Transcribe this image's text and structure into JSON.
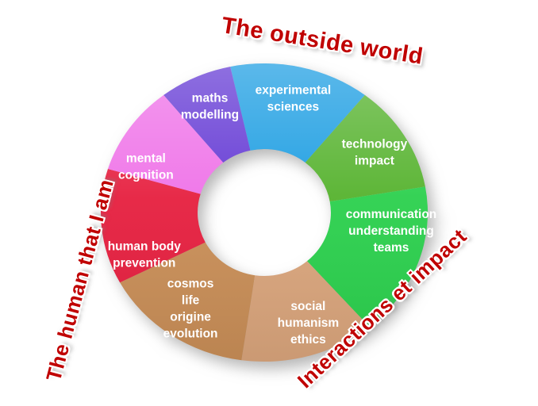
{
  "titles": {
    "top": "The outside world",
    "left": "The human that I am",
    "right": "Interactions et impact",
    "color": "#C00000"
  },
  "chart_data": {
    "type": "pie",
    "variant": "donut-wheel",
    "title": "",
    "legend": false,
    "segments": [
      {
        "id": "experimental-sciences",
        "label_lines": [
          "experimental",
          "sciences"
        ],
        "color": "#1B9DE2",
        "start_deg": -12,
        "end_deg": 38
      },
      {
        "id": "technology-impact",
        "label_lines": [
          "technology",
          "impact"
        ],
        "color": "#55B22D",
        "start_deg": 38,
        "end_deg": 80
      },
      {
        "id": "communication-understanding-teams",
        "label_lines": [
          "communication",
          "understanding",
          "teams"
        ],
        "color": "#2BD04D",
        "start_deg": 80,
        "end_deg": 140,
        "label_angle_deg": 99
      },
      {
        "id": "social-humanism-ethics",
        "label_lines": [
          "social",
          "humanism",
          "ethics"
        ],
        "color": "#DAA57C",
        "start_deg": 140,
        "end_deg": 188,
        "label_angle_deg": 160
      },
      {
        "id": "cosmos-life-origine-evolution",
        "label_lines": [
          "cosmos",
          "life",
          "origine",
          "evolution"
        ],
        "color": "#C98E57",
        "start_deg": 188,
        "end_deg": 242
      },
      {
        "id": "human-body-prevention",
        "label_lines": [
          "human body",
          "prevention"
        ],
        "color": "#E61F3F",
        "start_deg": 242,
        "end_deg": 287,
        "label_angle_deg": 249
      },
      {
        "id": "mental-cognition",
        "label_lines": [
          "mental",
          "cognition"
        ],
        "color": "#EF72E8",
        "start_deg": 287,
        "end_deg": 322,
        "label_angle_deg": 293
      },
      {
        "id": "maths-modelling",
        "label_lines": [
          "maths",
          "modelling"
        ],
        "color": "#6338D4",
        "start_deg": 322,
        "end_deg": 348
      }
    ]
  }
}
